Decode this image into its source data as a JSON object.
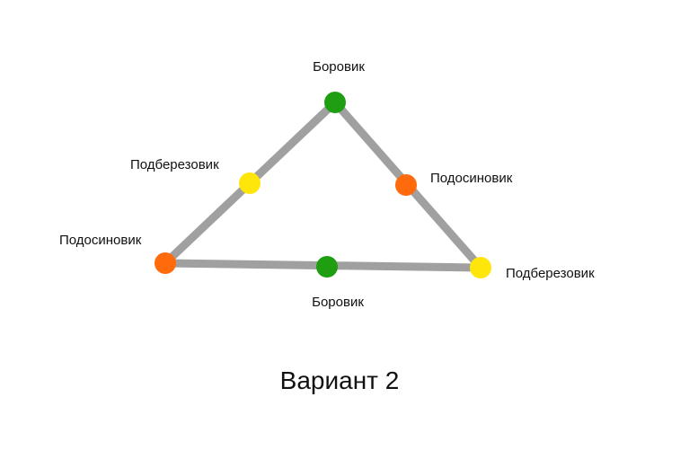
{
  "caption": "Вариант 2",
  "colors": {
    "edge": "#a0a0a0",
    "green": "#1f9e12",
    "orange": "#ff6a0d",
    "yellow": "#ffe60a"
  },
  "nodes": [
    {
      "id": "top",
      "label": "Боровик",
      "color": "green"
    },
    {
      "id": "left-mid",
      "label": "Подберезовик",
      "color": "yellow"
    },
    {
      "id": "right-mid",
      "label": "Подосиновик",
      "color": "orange"
    },
    {
      "id": "bottom-left",
      "label": "Подосиновик",
      "color": "orange"
    },
    {
      "id": "bottom-mid",
      "label": "Боровик",
      "color": "green"
    },
    {
      "id": "bottom-right",
      "label": "Подберезовик",
      "color": "yellow"
    }
  ]
}
